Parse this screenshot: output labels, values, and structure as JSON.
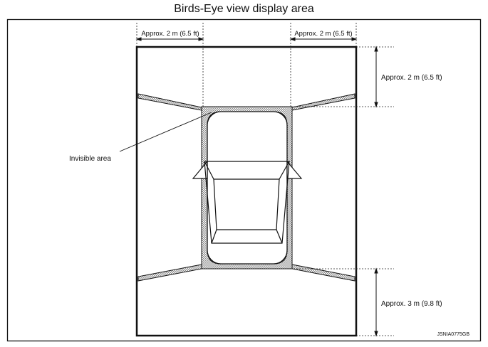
{
  "title": "Birds-Eye view display area",
  "labels": {
    "top_left_width": "Approx. 2 m (6.5 ft)",
    "top_right_width": "Approx. 2 m (6.5 ft)",
    "front_depth": "Approx. 2 m (6.5 ft)",
    "rear_depth": "Approx. 3 m (9.8 ft)",
    "invisible_area": "Invisible area",
    "code": "JSNIA0775GB"
  },
  "colors": {
    "line": "#111111",
    "hatch": "#8a8a8a"
  }
}
